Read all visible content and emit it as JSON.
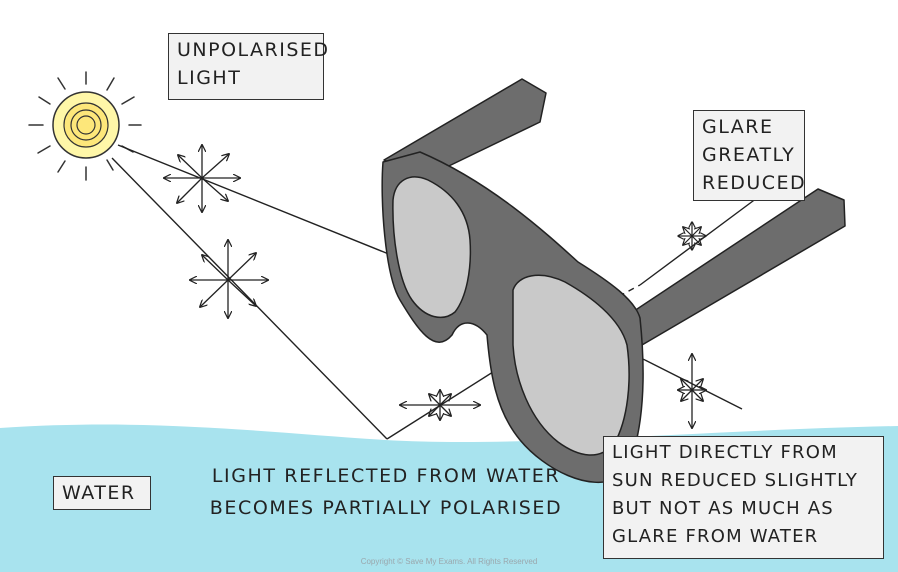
{
  "labels": {
    "unpolarised": [
      "UNPOLARISED",
      "LIGHT"
    ],
    "glare": [
      "GLARE",
      "GREATLY",
      "REDUCED"
    ],
    "water": "WATER",
    "reflected": [
      "LIGHT  REFLECTED  FROM  WATER",
      "BECOMES  PARTIALLY  POLARISED"
    ],
    "direct": [
      "LIGHT  DIRECTLY  FROM",
      "SUN  REDUCED  SLIGHTLY",
      "BUT  NOT  AS  MUCH  AS",
      "GLARE  FROM  WATER"
    ]
  },
  "copyright": "Copyright © Save My Exams. All Rights Reserved",
  "colors": {
    "water": "#a8e3ee",
    "sun_fill": "#fff7a8",
    "frame": "#6d6d6d",
    "lens": "#c9c9c9",
    "label_bg": "#f2f2f2",
    "ink": "#222222"
  },
  "icons": {
    "sun": "sun-icon",
    "polarisation_unpolarised": "arrow-star-icon",
    "polarisation_partial": "horizontal-arrow-icon",
    "polarisation_vertical": "vertical-arrow-icon"
  }
}
